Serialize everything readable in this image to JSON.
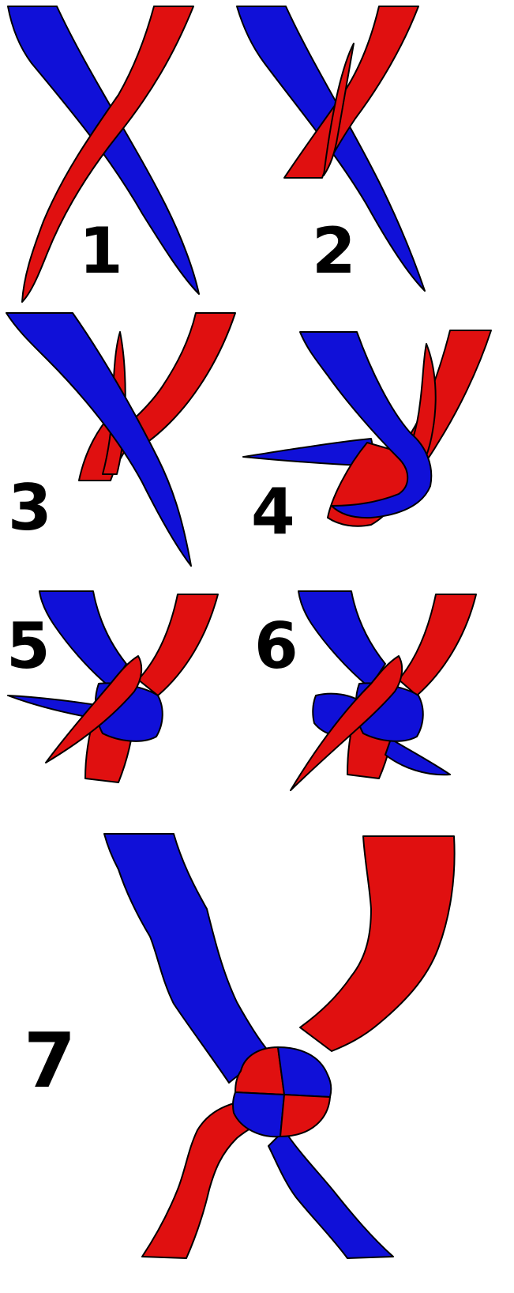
{
  "colors": {
    "ribbon_a": "#1010d8",
    "ribbon_b": "#e01010",
    "outline": "#000000",
    "background": "#ffffff"
  },
  "steps": [
    {
      "label": "1"
    },
    {
      "label": "2"
    },
    {
      "label": "3"
    },
    {
      "label": "4"
    },
    {
      "label": "5"
    },
    {
      "label": "6"
    },
    {
      "label": "7"
    }
  ]
}
